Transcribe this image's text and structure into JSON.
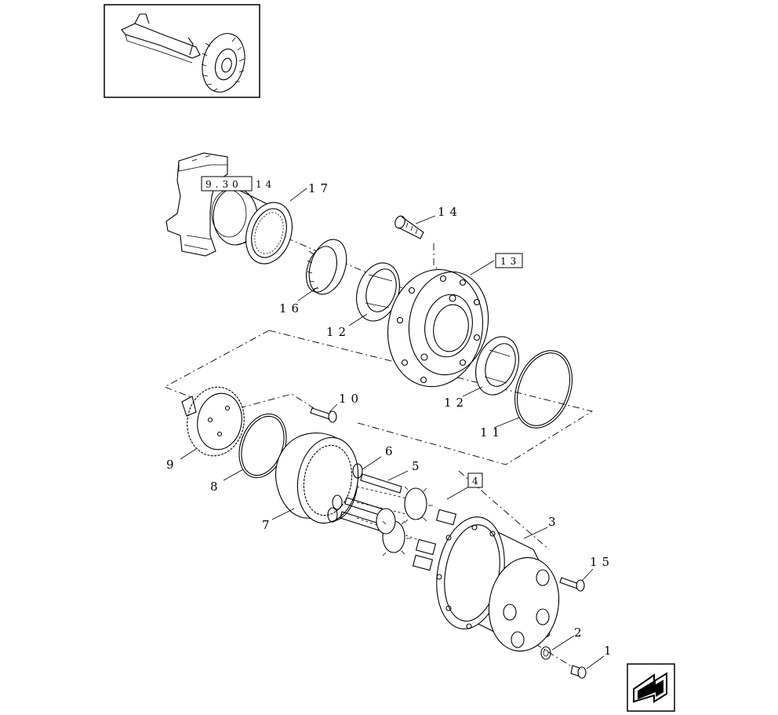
{
  "thumbnail": {
    "icon": "tractor-axle-wheel-icon"
  },
  "nav": {
    "icon": "next-page-arrow-icon"
  },
  "references": {
    "ref_top": "9.30",
    "ref_top_suffix": "14",
    "ref_13": "13",
    "ref_4": "4"
  },
  "callouts": {
    "p1": "1",
    "p2": "2",
    "p3": "3",
    "p5": "5",
    "p6": "6",
    "p7": "7",
    "p8": "8",
    "p9": "9",
    "p10": "10",
    "p11": "11",
    "p12a": "12",
    "p12b": "12",
    "p14": "14",
    "p15": "15",
    "p16": "16",
    "p17": "17"
  }
}
